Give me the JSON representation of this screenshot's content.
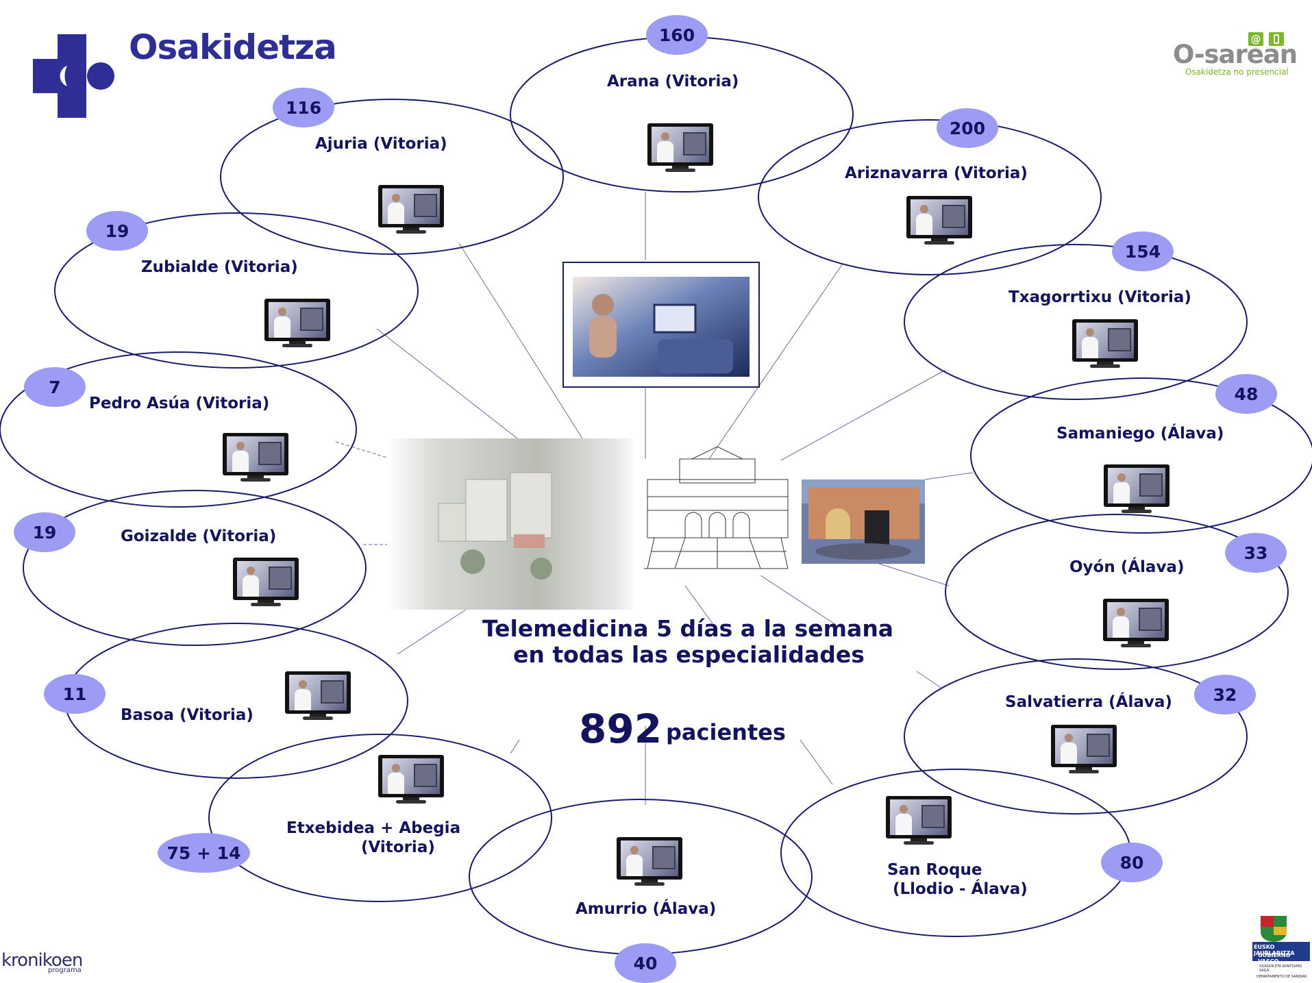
{
  "logos": {
    "osakidetza": "Osakidetza",
    "osarean_main": "O-sarean",
    "osarean_sub": "Osakidetza no presencial",
    "osarean_icons": [
      "@",
      "phone-icon"
    ],
    "kronikoen_main": "kronikoen",
    "kronikoen_sub": "programa",
    "gobierno_line1": "EUSKO JAURLARITZA",
    "gobierno_line2": "GOBIERNO VASCO",
    "gobierno_line3": "OSASUN ETA KONTSUMO SAILA",
    "gobierno_line4": "DEPARTAMENTO DE SANIDAD"
  },
  "headline": {
    "line1": "Telemedicina 5 días a la semana",
    "line2": "en todas las especialidades"
  },
  "total": {
    "number": "892",
    "unit": "pacientes"
  },
  "centers": [
    {
      "name": "Arana (Vitoria)",
      "count": "160"
    },
    {
      "name": "Ajuria (Vitoria)",
      "count": "116"
    },
    {
      "name": "Ariznavarra (Vitoria)",
      "count": "200"
    },
    {
      "name": "Zubialde (Vitoria)",
      "count": "19"
    },
    {
      "name": "Txagorrtixu (Vitoria)",
      "count": "154"
    },
    {
      "name": "Pedro Asúa (Vitoria)",
      "count": "7"
    },
    {
      "name": "Samaniego (Álava)",
      "count": "48"
    },
    {
      "name": "Goizalde (Vitoria)",
      "count": "19"
    },
    {
      "name": "Oyón (Álava)",
      "count": "33"
    },
    {
      "name": "Basoa (Vitoria)",
      "count": "11"
    },
    {
      "name": "Salvatierra (Álava)",
      "count": "32"
    },
    {
      "name_line1": "Etxebidea + Abegia",
      "name_line2": "(Vitoria)",
      "count": "75 + 14"
    },
    {
      "name": "Amurrio (Álava)",
      "count": "40"
    },
    {
      "name_line1": "San Roque",
      "name_line2": "(Llodio - Álava)",
      "count": "80"
    }
  ],
  "colors": {
    "navy": "#13135f",
    "badge": "#9c9cf4",
    "osarean_green": "#7ab828"
  }
}
